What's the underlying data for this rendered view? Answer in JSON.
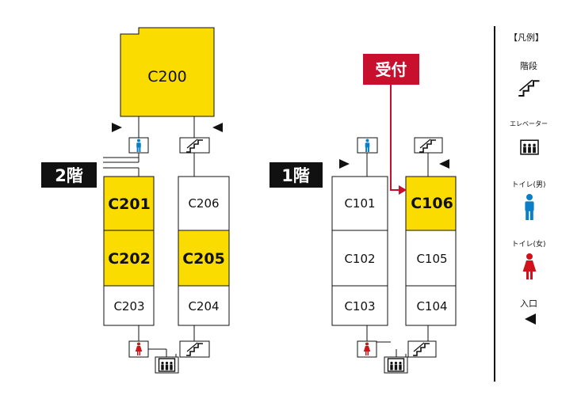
{
  "floor2": {
    "label": "2階",
    "big_room": {
      "id": "C200",
      "highlight": true
    },
    "rooms": [
      {
        "id": "C201",
        "highlight": true
      },
      {
        "id": "C202",
        "highlight": true
      },
      {
        "id": "C203",
        "highlight": false
      },
      {
        "id": "C206",
        "highlight": false
      },
      {
        "id": "C205",
        "highlight": true
      },
      {
        "id": "C204",
        "highlight": false
      }
    ]
  },
  "floor1": {
    "label": "1階",
    "rooms": [
      {
        "id": "C101",
        "highlight": false
      },
      {
        "id": "C102",
        "highlight": false
      },
      {
        "id": "C103",
        "highlight": false
      },
      {
        "id": "C106",
        "highlight": true
      },
      {
        "id": "C105",
        "highlight": false
      },
      {
        "id": "C104",
        "highlight": false
      }
    ]
  },
  "reception": {
    "label": "受付"
  },
  "legend": {
    "title": "【凡例】",
    "items": [
      {
        "label": "階段",
        "icon": "stairs-icon"
      },
      {
        "label": "エレベーター",
        "icon": "elevator-icon"
      },
      {
        "label": "トイレ(男)",
        "icon": "toilet-male-icon"
      },
      {
        "label": "トイレ(女)",
        "icon": "toilet-female-icon"
      },
      {
        "label": "入口",
        "icon": "entrance-arrow-icon"
      }
    ]
  },
  "colors": {
    "highlight": "#fadc00",
    "reception": "#c8102e",
    "male": "#0a7fc8",
    "female": "#d0121b",
    "label_bg": "#111111"
  }
}
